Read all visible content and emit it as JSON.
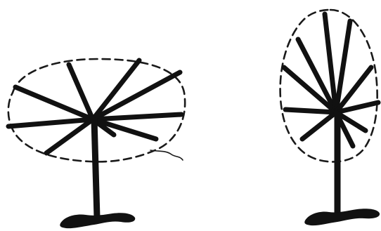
{
  "figure": {
    "background_color": "#ffffff",
    "ink_color": "#111111",
    "outline_style": "dashed",
    "trees": [
      {
        "id": "left-tree",
        "crown_shape": "wide-ellipse",
        "branch_count": 9
      },
      {
        "id": "right-tree",
        "crown_shape": "tall-ellipse",
        "branch_count": 10
      }
    ]
  }
}
